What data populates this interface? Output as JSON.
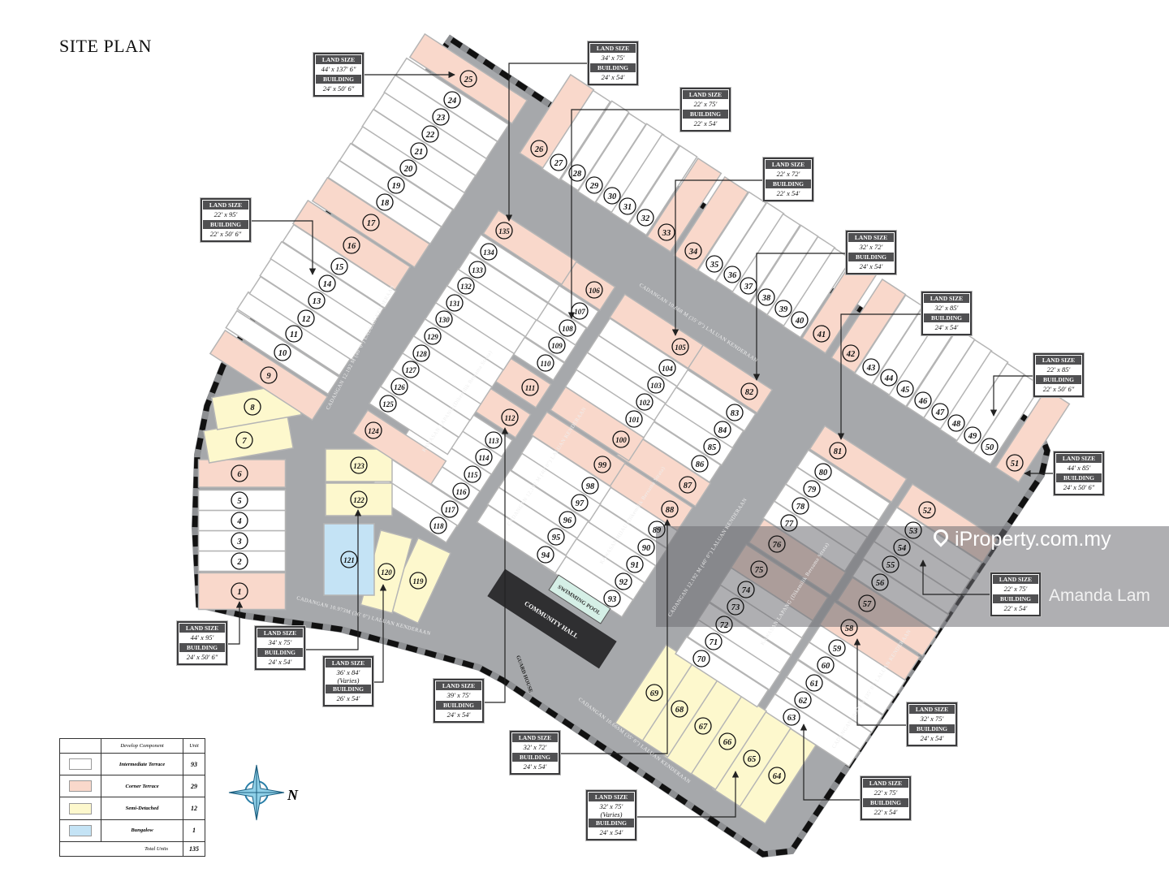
{
  "title": "SITE PLAN",
  "colors": {
    "intermediate": "#ffffff",
    "corner": "#f9d8cb",
    "semi": "#fdf8cd",
    "bungalow": "#c4e3f5",
    "road": "#a6a8ab",
    "boundary": "#111111"
  },
  "legend": {
    "header_component": "Develop Component",
    "header_unit": "Unit",
    "rows": [
      {
        "label": "Intermediate Terrace",
        "units": "93",
        "type": "intermediate"
      },
      {
        "label": "Corner Terrace",
        "units": "29",
        "type": "corner"
      },
      {
        "label": "Semi-Detached",
        "units": "12",
        "type": "semi"
      },
      {
        "label": "Bungalow",
        "units": "1",
        "type": "bungalow"
      }
    ],
    "total_label": "Total Units",
    "total_units": "135"
  },
  "compass": {
    "north_label": "N"
  },
  "facilities": {
    "pool": "SWIMMING POOL",
    "hall": "COMMUNITY HALL",
    "guard": "GUARD HOUSE"
  },
  "road_labels": [
    "CADANGAN 12.192 M (40' 0\") LALUAN KENDERAAN",
    "KAWASAN LAPANG (Dikemilik Bersama Strata)",
    "CADANGAN 12.192 M (40' 0\") LALUAN KENDERAAN",
    "KAWASAN HIJAU (Dikemilik Bersama Strata)",
    "CADANGAN 12.192 M (40' 0\") LALUAN KENDERAAN",
    "KAWASAN LAPANG (Dikemilik Bersama Strata)",
    "CADANGAN 10.973 M (35' 0\") LALUAN KENDERAAN",
    "CADANGAN 10.668 M (35' 0\") LALUAN KENDERAAN",
    "CADANGAN 10.973M (36' 0\") LALUAN KENDERAAN",
    "CADANGAN 10.66SM (35' 0\") LALUAN KENDERAAN"
  ],
  "callout_labels": {
    "land": "LAND SIZE",
    "building": "BUILDING"
  },
  "callouts": [
    {
      "land": "44' x 137' 6\"",
      "building": "24' x 50' 6\"",
      "lot": "25"
    },
    {
      "land": "34' x 75'",
      "building": "24' x 54'",
      "lot": "135"
    },
    {
      "land": "22' x 75'",
      "building": "22' x 54'",
      "lot": "108"
    },
    {
      "land": "22' x 72'",
      "building": "22' x 54'",
      "lot": "105"
    },
    {
      "land": "32' x 72'",
      "building": "24' x 54'",
      "lot": "82"
    },
    {
      "land": "32' x 85'",
      "building": "24' x 54'",
      "lot": "81"
    },
    {
      "land": "22' x 85'",
      "building": "22' x 50' 6\"",
      "lot": "50"
    },
    {
      "land": "44' x 85'",
      "building": "24' x 50' 6\"",
      "lot": "51"
    },
    {
      "land": "22' x 75'",
      "building": "22' x 54'",
      "lot": "54"
    },
    {
      "land": "32' x 75'",
      "building": "24' x 54'",
      "lot": "58"
    },
    {
      "land": "22' x 75'",
      "building": "22' x 54'",
      "lot": "63"
    },
    {
      "land": "32' x 75'",
      "land_note": "(Varies)",
      "building": "24' x 54'",
      "lot": "65"
    },
    {
      "land": "32' x 72'",
      "building": "24' x 54'",
      "lot": "88"
    },
    {
      "land": "39' x 75'",
      "building": "24' x 54'",
      "lot": "112"
    },
    {
      "land": "36' x 84'",
      "land_note": "(Varies)",
      "building": "26' x 54'",
      "lot": "120"
    },
    {
      "land": "34' x 75'",
      "building": "24' x 54'",
      "lot": "122"
    },
    {
      "land": "44' x 95'",
      "building": "24' x 50' 6\"",
      "lot": "1"
    },
    {
      "land": "22' x 95'",
      "building": "22' x 50' 6\"",
      "lot": "14"
    }
  ],
  "lots": [
    {
      "no": "1",
      "type": "corner"
    },
    {
      "no": "2",
      "type": "intermediate"
    },
    {
      "no": "3",
      "type": "intermediate"
    },
    {
      "no": "4",
      "type": "intermediate"
    },
    {
      "no": "5",
      "type": "intermediate"
    },
    {
      "no": "6",
      "type": "corner"
    },
    {
      "no": "7",
      "type": "semi"
    },
    {
      "no": "8",
      "type": "semi"
    },
    {
      "no": "9",
      "type": "corner"
    },
    {
      "no": "10",
      "type": "intermediate"
    },
    {
      "no": "11",
      "type": "intermediate"
    },
    {
      "no": "12",
      "type": "intermediate"
    },
    {
      "no": "13",
      "type": "intermediate"
    },
    {
      "no": "14",
      "type": "intermediate"
    },
    {
      "no": "15",
      "type": "intermediate"
    },
    {
      "no": "16",
      "type": "corner"
    },
    {
      "no": "17",
      "type": "corner"
    },
    {
      "no": "18",
      "type": "intermediate"
    },
    {
      "no": "19",
      "type": "intermediate"
    },
    {
      "no": "20",
      "type": "intermediate"
    },
    {
      "no": "21",
      "type": "intermediate"
    },
    {
      "no": "22",
      "type": "intermediate"
    },
    {
      "no": "23",
      "type": "intermediate"
    },
    {
      "no": "24",
      "type": "intermediate"
    },
    {
      "no": "25",
      "type": "corner"
    },
    {
      "no": "26",
      "type": "corner"
    },
    {
      "no": "27",
      "type": "intermediate"
    },
    {
      "no": "28",
      "type": "intermediate"
    },
    {
      "no": "29",
      "type": "intermediate"
    },
    {
      "no": "30",
      "type": "intermediate"
    },
    {
      "no": "31",
      "type": "intermediate"
    },
    {
      "no": "32",
      "type": "intermediate"
    },
    {
      "no": "33",
      "type": "corner"
    },
    {
      "no": "34",
      "type": "corner"
    },
    {
      "no": "35",
      "type": "intermediate"
    },
    {
      "no": "36",
      "type": "intermediate"
    },
    {
      "no": "37",
      "type": "intermediate"
    },
    {
      "no": "38",
      "type": "intermediate"
    },
    {
      "no": "39",
      "type": "intermediate"
    },
    {
      "no": "40",
      "type": "intermediate"
    },
    {
      "no": "41",
      "type": "corner"
    },
    {
      "no": "42",
      "type": "corner"
    },
    {
      "no": "43",
      "type": "intermediate"
    },
    {
      "no": "44",
      "type": "intermediate"
    },
    {
      "no": "45",
      "type": "intermediate"
    },
    {
      "no": "46",
      "type": "intermediate"
    },
    {
      "no": "47",
      "type": "intermediate"
    },
    {
      "no": "48",
      "type": "intermediate"
    },
    {
      "no": "49",
      "type": "intermediate"
    },
    {
      "no": "50",
      "type": "intermediate"
    },
    {
      "no": "51",
      "type": "corner"
    },
    {
      "no": "52",
      "type": "corner"
    },
    {
      "no": "53",
      "type": "intermediate"
    },
    {
      "no": "54",
      "type": "intermediate"
    },
    {
      "no": "55",
      "type": "intermediate"
    },
    {
      "no": "56",
      "type": "intermediate"
    },
    {
      "no": "57",
      "type": "corner"
    },
    {
      "no": "58",
      "type": "corner"
    },
    {
      "no": "59",
      "type": "intermediate"
    },
    {
      "no": "60",
      "type": "intermediate"
    },
    {
      "no": "61",
      "type": "intermediate"
    },
    {
      "no": "62",
      "type": "intermediate"
    },
    {
      "no": "63",
      "type": "intermediate"
    },
    {
      "no": "64",
      "type": "semi"
    },
    {
      "no": "65",
      "type": "semi"
    },
    {
      "no": "66",
      "type": "semi"
    },
    {
      "no": "67",
      "type": "semi"
    },
    {
      "no": "68",
      "type": "semi"
    },
    {
      "no": "69",
      "type": "semi"
    },
    {
      "no": "70",
      "type": "intermediate"
    },
    {
      "no": "71",
      "type": "intermediate"
    },
    {
      "no": "72",
      "type": "intermediate"
    },
    {
      "no": "73",
      "type": "intermediate"
    },
    {
      "no": "74",
      "type": "intermediate"
    },
    {
      "no": "75",
      "type": "corner"
    },
    {
      "no": "76",
      "type": "corner"
    },
    {
      "no": "77",
      "type": "intermediate"
    },
    {
      "no": "78",
      "type": "intermediate"
    },
    {
      "no": "79",
      "type": "intermediate"
    },
    {
      "no": "80",
      "type": "intermediate"
    },
    {
      "no": "81",
      "type": "corner"
    },
    {
      "no": "82",
      "type": "corner"
    },
    {
      "no": "83",
      "type": "intermediate"
    },
    {
      "no": "84",
      "type": "intermediate"
    },
    {
      "no": "85",
      "type": "intermediate"
    },
    {
      "no": "86",
      "type": "intermediate"
    },
    {
      "no": "87",
      "type": "corner"
    },
    {
      "no": "88",
      "type": "corner"
    },
    {
      "no": "89",
      "type": "intermediate"
    },
    {
      "no": "90",
      "type": "intermediate"
    },
    {
      "no": "91",
      "type": "intermediate"
    },
    {
      "no": "92",
      "type": "intermediate"
    },
    {
      "no": "93",
      "type": "intermediate"
    },
    {
      "no": "94",
      "type": "intermediate"
    },
    {
      "no": "95",
      "type": "intermediate"
    },
    {
      "no": "96",
      "type": "intermediate"
    },
    {
      "no": "97",
      "type": "intermediate"
    },
    {
      "no": "98",
      "type": "intermediate"
    },
    {
      "no": "99",
      "type": "corner"
    },
    {
      "no": "100",
      "type": "corner"
    },
    {
      "no": "101",
      "type": "intermediate"
    },
    {
      "no": "102",
      "type": "intermediate"
    },
    {
      "no": "103",
      "type": "intermediate"
    },
    {
      "no": "104",
      "type": "intermediate"
    },
    {
      "no": "105",
      "type": "corner"
    },
    {
      "no": "106",
      "type": "corner"
    },
    {
      "no": "107",
      "type": "intermediate"
    },
    {
      "no": "108",
      "type": "intermediate"
    },
    {
      "no": "109",
      "type": "intermediate"
    },
    {
      "no": "110",
      "type": "intermediate"
    },
    {
      "no": "111",
      "type": "corner"
    },
    {
      "no": "112",
      "type": "corner"
    },
    {
      "no": "113",
      "type": "intermediate"
    },
    {
      "no": "114",
      "type": "intermediate"
    },
    {
      "no": "115",
      "type": "intermediate"
    },
    {
      "no": "116",
      "type": "intermediate"
    },
    {
      "no": "117",
      "type": "intermediate"
    },
    {
      "no": "118",
      "type": "intermediate"
    },
    {
      "no": "119",
      "type": "semi"
    },
    {
      "no": "120",
      "type": "semi"
    },
    {
      "no": "121",
      "type": "bungalow"
    },
    {
      "no": "122",
      "type": "semi"
    },
    {
      "no": "123",
      "type": "semi"
    },
    {
      "no": "124",
      "type": "corner"
    },
    {
      "no": "125",
      "type": "intermediate"
    },
    {
      "no": "126",
      "type": "intermediate"
    },
    {
      "no": "127",
      "type": "intermediate"
    },
    {
      "no": "128",
      "type": "intermediate"
    },
    {
      "no": "129",
      "type": "intermediate"
    },
    {
      "no": "130",
      "type": "intermediate"
    },
    {
      "no": "131",
      "type": "intermediate"
    },
    {
      "no": "132",
      "type": "intermediate"
    },
    {
      "no": "133",
      "type": "intermediate"
    },
    {
      "no": "134",
      "type": "intermediate"
    },
    {
      "no": "135",
      "type": "corner"
    }
  ],
  "watermark": {
    "brand": "iProperty.com.my",
    "agent": "Amanda Lam"
  }
}
